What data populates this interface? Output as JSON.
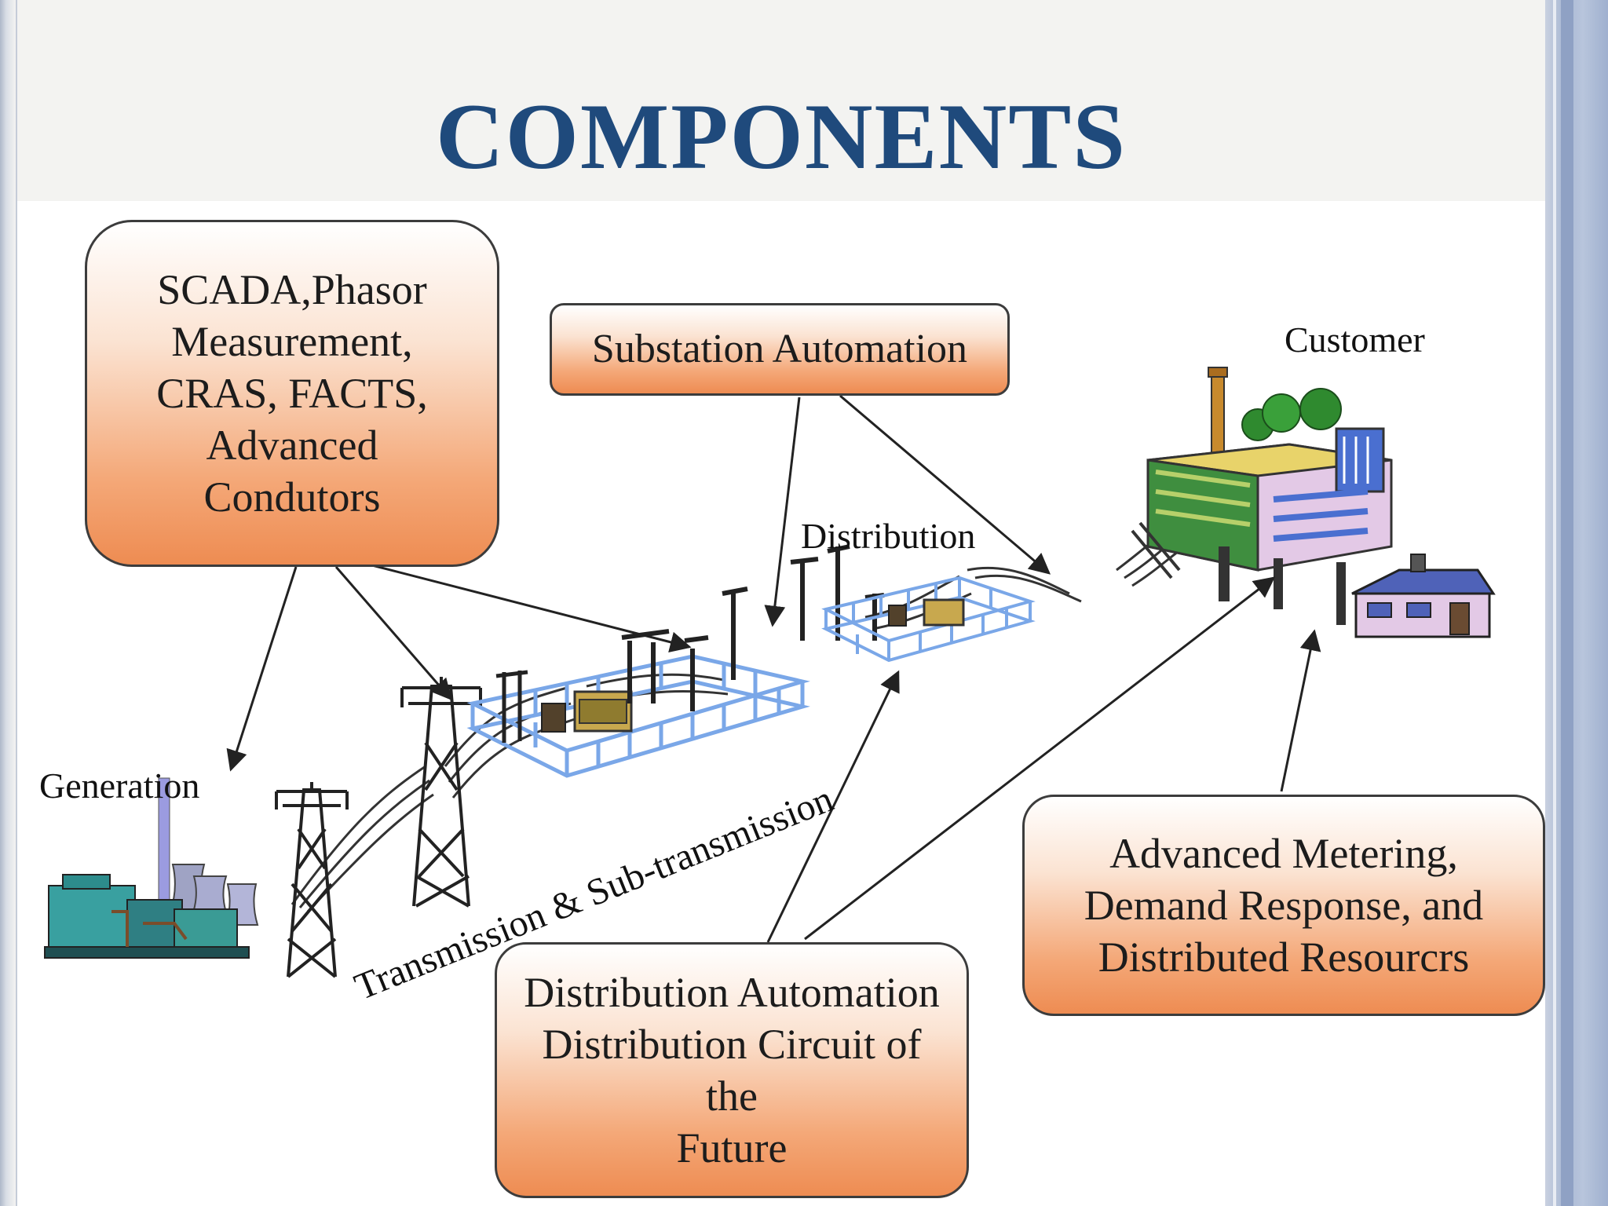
{
  "slide": {
    "title": "COMPONENTS"
  },
  "callouts": {
    "wide_area": "SCADA,Phasor\nMeasurement,\nCRAS, FACTS,\nAdvanced\nCondutors",
    "substation": "Substation Automation",
    "distribution_automation": "Distribution Automation\nDistribution Circuit of the\nFuture",
    "metering": "Advanced Metering,\nDemand Response, and\nDistributed Resourcrs"
  },
  "labels": {
    "generation": "Generation",
    "transmission": "Transmission & Sub-transmission",
    "distribution": "Distribution",
    "customer": "Customer"
  },
  "colors": {
    "title": "#1f4a7c",
    "callout_fill": "#ee8c52",
    "fence": "#7aa7e8",
    "arrow": "#222222"
  },
  "icons": {
    "power_plant": "power-plant-icon",
    "tower": "transmission-tower-icon",
    "substation": "substation-icon",
    "factory": "factory-icon",
    "house": "house-icon"
  }
}
